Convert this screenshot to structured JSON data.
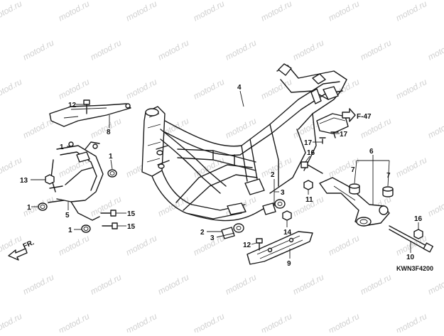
{
  "diagram": {
    "diagram_code": "KWN3F4200",
    "watermark": "motod.ru",
    "front_marker": "FR.",
    "reference": "F-47",
    "callouts": [
      "1",
      "1",
      "1",
      "2",
      "2",
      "3",
      "3",
      "4",
      "5",
      "6",
      "7",
      "7",
      "8",
      "9",
      "10",
      "11",
      "12",
      "12",
      "13",
      "14",
      "15",
      "15",
      "16",
      "16",
      "17",
      "17"
    ]
  },
  "colors": {
    "line": "#1a1a1a",
    "watermark": "#d0d0d0",
    "background": "#ffffff"
  }
}
